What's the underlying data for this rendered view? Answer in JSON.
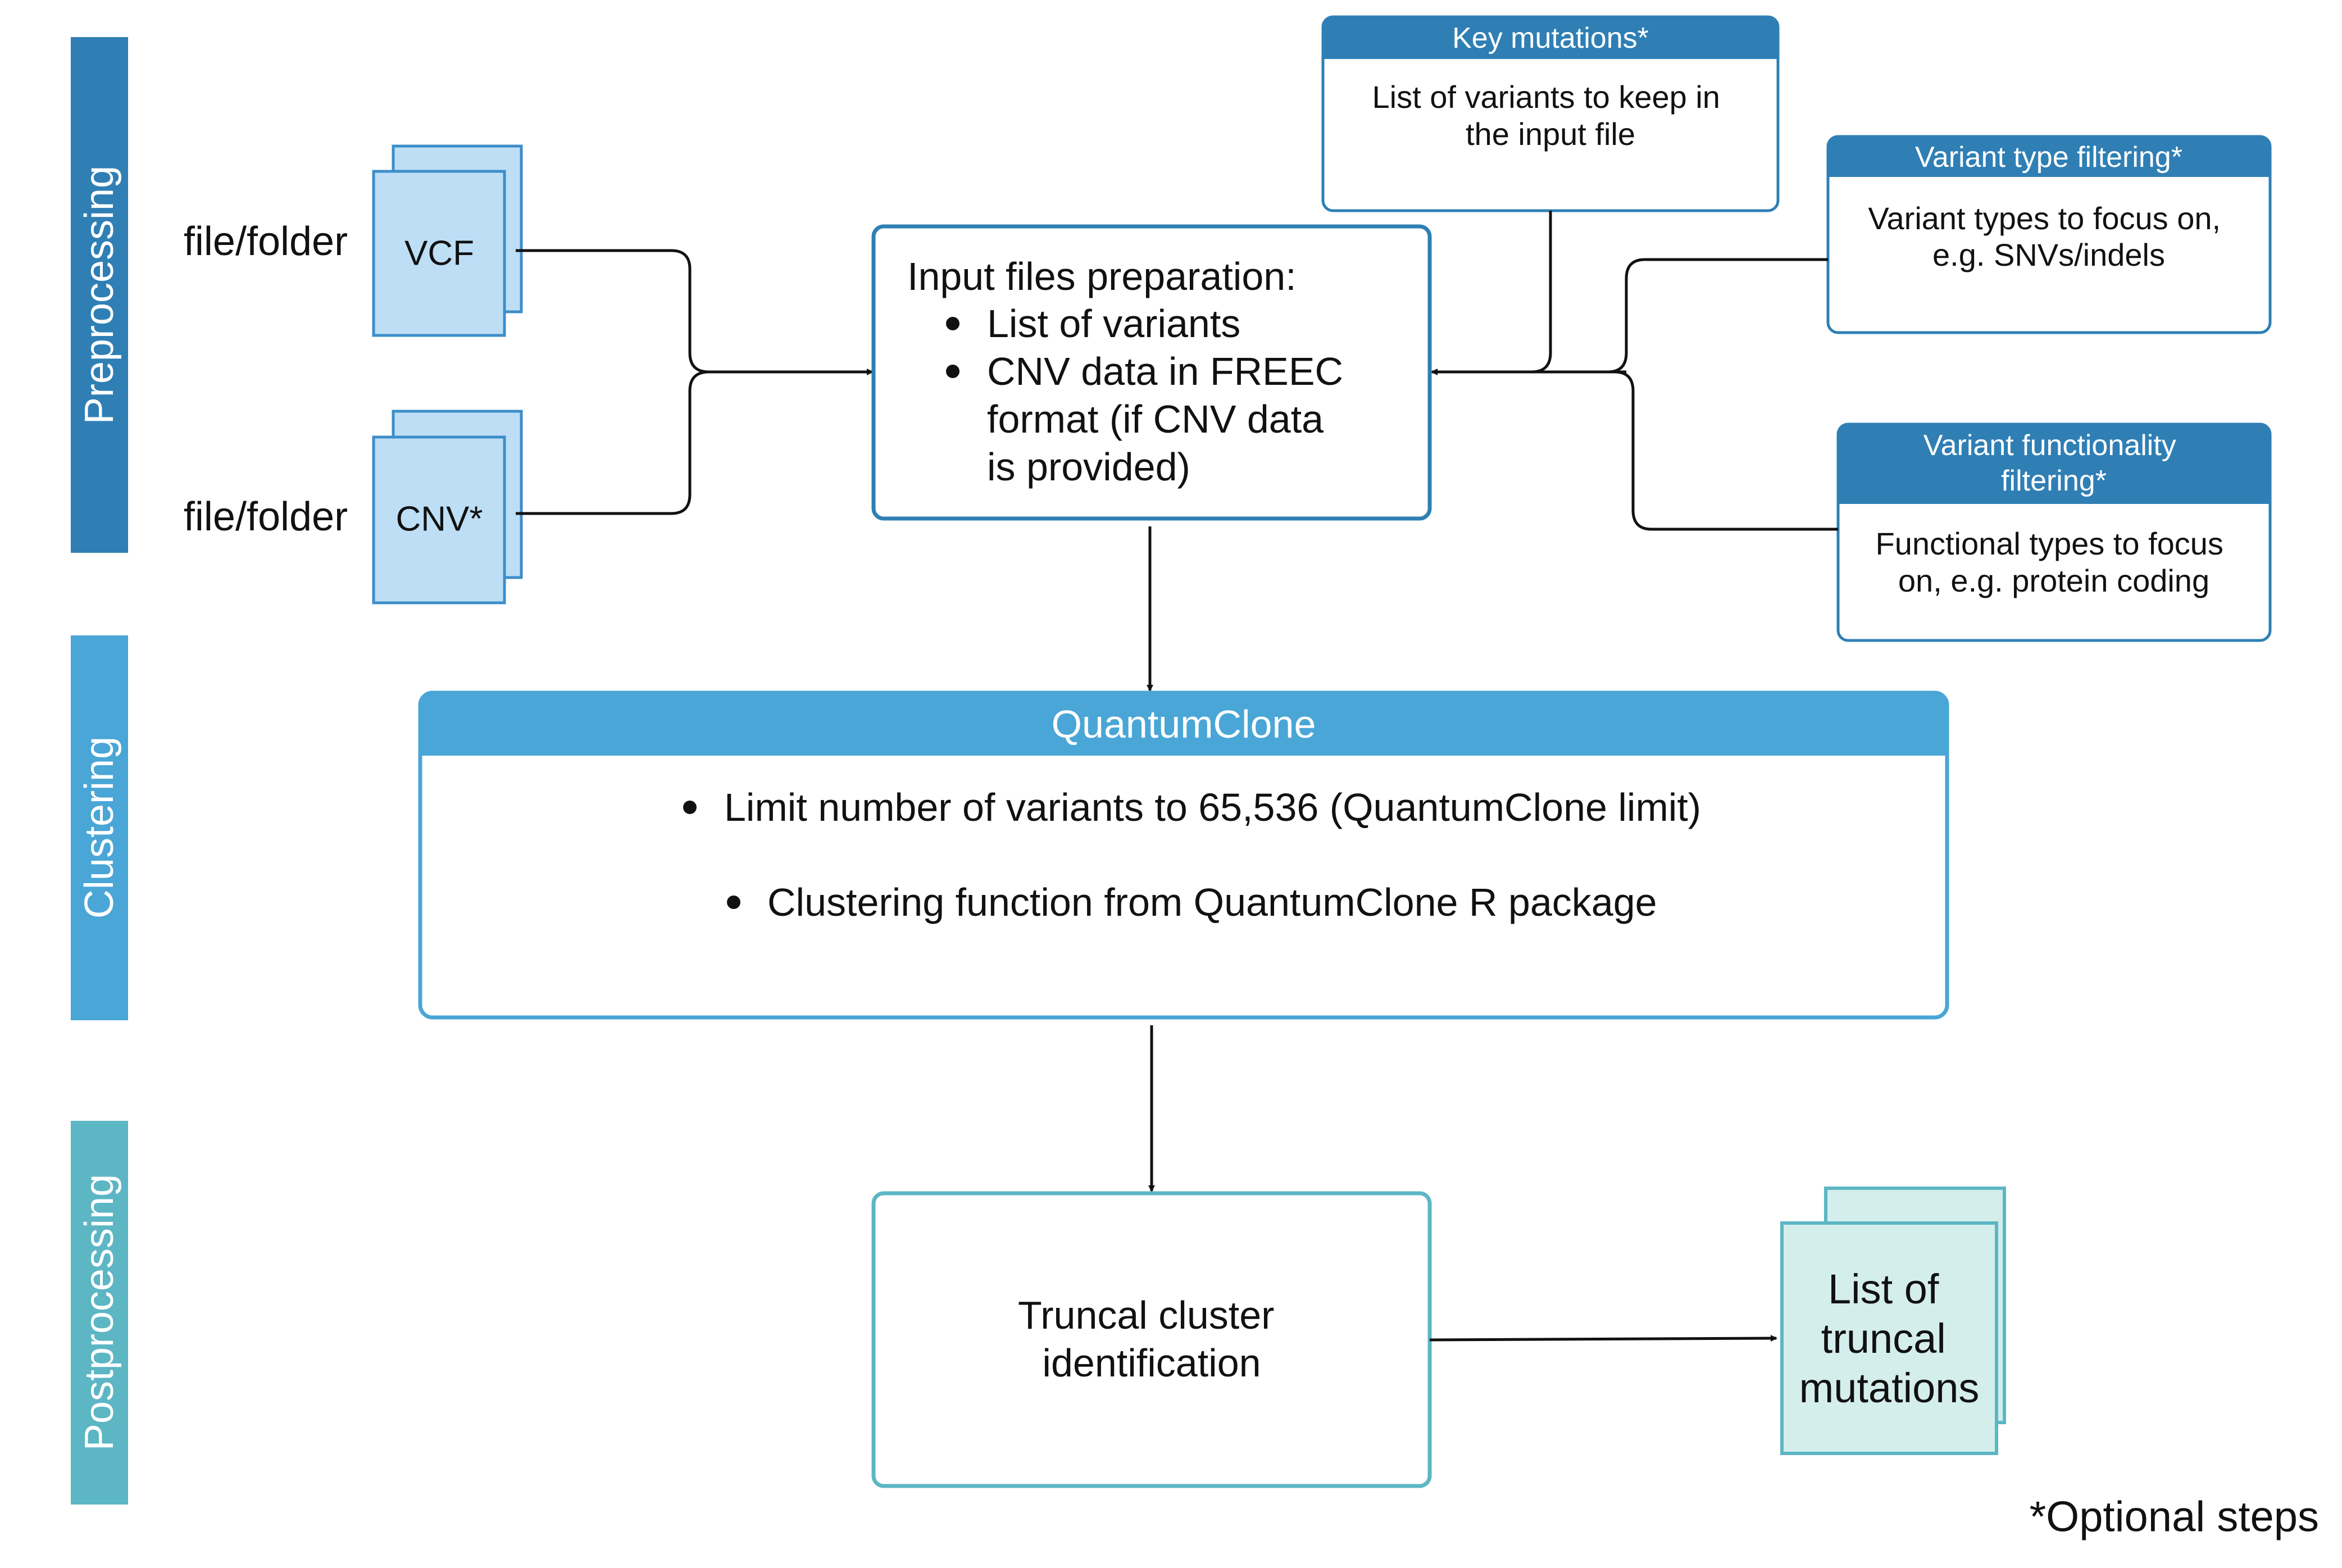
{
  "stages": {
    "preprocessing": "Preprocessing",
    "clustering": "Clustering",
    "postprocessing": "Postprocessing"
  },
  "inputs": {
    "vcf_label": "file/folder",
    "vcf_doc": "VCF",
    "cnv_label": "file/folder",
    "cnv_doc": "CNV*"
  },
  "prep_box": {
    "title": "Input files preparation:",
    "bullet1": "List of variants",
    "bullet2_lines": [
      "CNV data in FREEC",
      "format (if CNV data",
      "is provided)"
    ]
  },
  "key_mutations": {
    "header": "Key mutations*",
    "body_lines": [
      "List of variants to keep in",
      "the input file"
    ]
  },
  "variant_type": {
    "header": "Variant type filtering*",
    "body_lines": [
      "Variant types to focus on,",
      "e.g. SNVs/indels"
    ]
  },
  "variant_func": {
    "header_lines": [
      "Variant functionality",
      "filtering*"
    ],
    "body_lines": [
      "Functional types to focus",
      "on, e.g. protein coding"
    ]
  },
  "quantumclone": {
    "header": "QuantumClone",
    "bullet1": "Limit number of variants to 65,536 (QuantumClone limit)",
    "bullet2": "Clustering function from QuantumClone R package"
  },
  "truncal_box": {
    "lines": [
      "Truncal cluster",
      "identification"
    ]
  },
  "output_doc": {
    "lines": [
      "List of",
      "truncal",
      "mutations"
    ]
  },
  "footnote": "*Optional steps",
  "colors": {
    "preprocessing": "#2f7fb5",
    "clustering": "#49a6d6",
    "postprocessing": "#5cb6c4",
    "doc_fill": "#bddef5",
    "doc_stroke": "#3d8ec9",
    "output_fill": "#d4eeec",
    "output_stroke": "#5cb6c4"
  }
}
